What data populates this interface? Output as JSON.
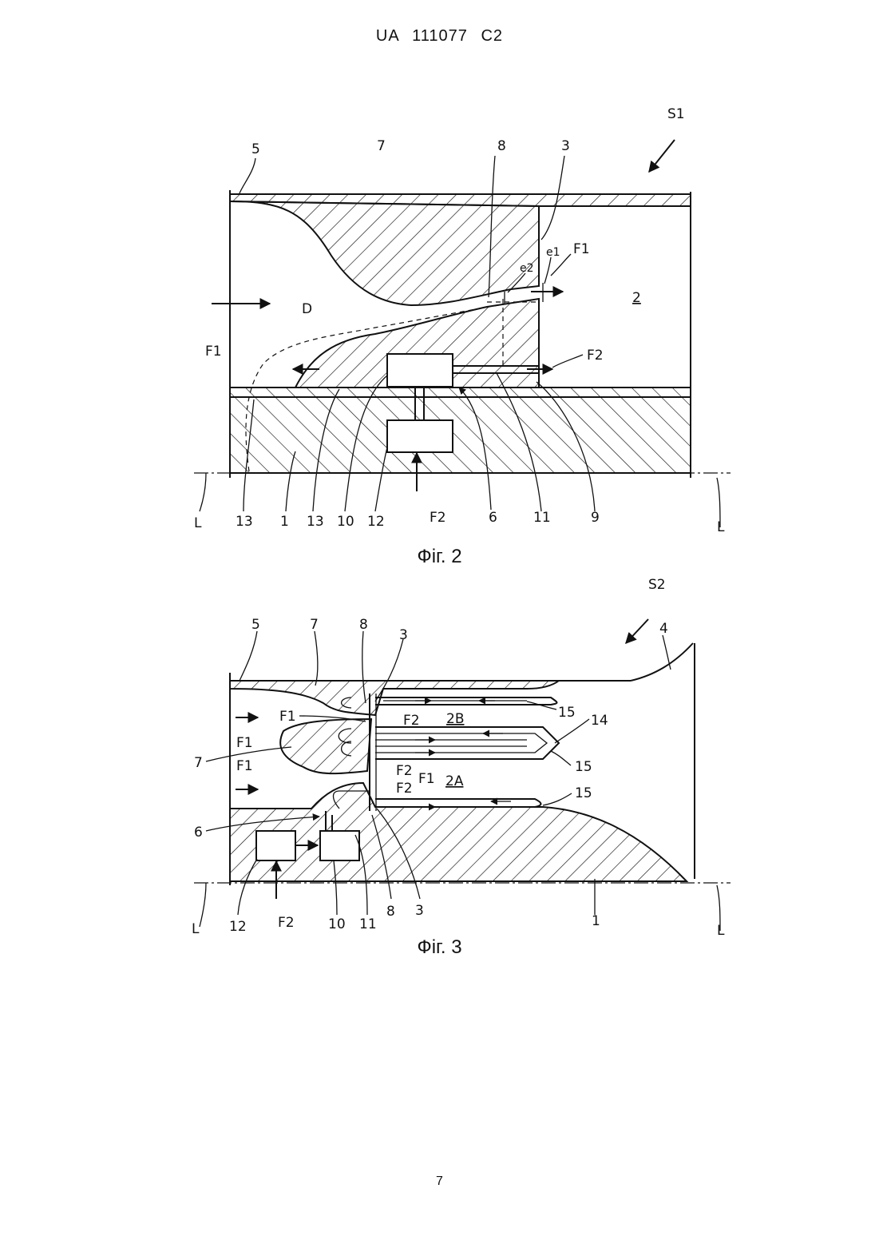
{
  "header": {
    "doc_id": "UA   111077   C2"
  },
  "page_number": "7",
  "fig2": {
    "caption": "Фіг. 2",
    "labels": {
      "s1": "S1",
      "n5": "5",
      "n7": "7",
      "n8": "8",
      "n3": "3",
      "e1": "e1",
      "e2": "e2",
      "f1_out": "F1",
      "n2": "2",
      "f1_in": "F1",
      "d": "D",
      "f2_out": "F2",
      "l_left": "L",
      "n13a": "13",
      "n1": "1",
      "n13b": "13",
      "n10": "10",
      "n12": "12",
      "f2_in": "F2",
      "n6": "6",
      "n11": "11",
      "n9": "9",
      "l_right": "L"
    }
  },
  "fig3": {
    "caption": "Фіг. 3",
    "labels": {
      "s2": "S2",
      "n5": "5",
      "n7": "7",
      "n8": "8",
      "n3": "3",
      "n4": "4",
      "f1_a": "F1",
      "f2_a": "F2",
      "n2b": "2B",
      "n15a": "15",
      "f1_b": "F1",
      "n14": "14",
      "n7b": "7",
      "f1_c": "F1",
      "f2_b": "F2",
      "f1_d": "F1",
      "n2a": "2A",
      "n15b": "15",
      "f2_c": "F2",
      "n15c": "15",
      "n6": "6",
      "l_left": "L",
      "n12": "12",
      "f2_in": "F2",
      "n10": "10",
      "n11": "11",
      "n8b": "8",
      "n3b": "3",
      "n1": "1",
      "l_right": "L"
    }
  }
}
